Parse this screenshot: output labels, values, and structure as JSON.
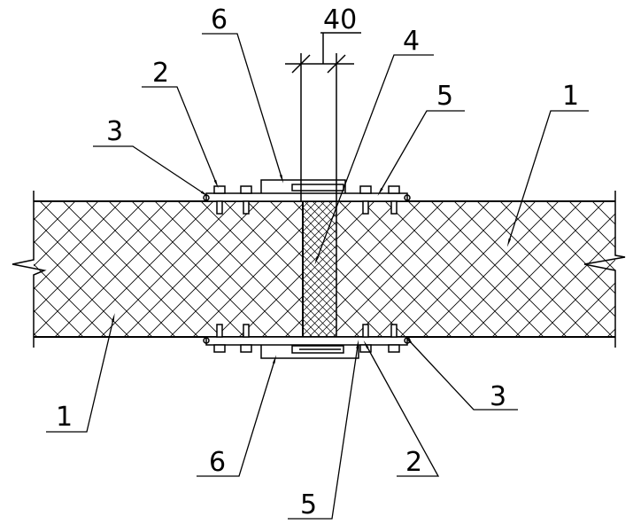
{
  "dimension": {
    "value": "40"
  },
  "labels": {
    "top_6": "6",
    "top_2": "2",
    "top_3": "3",
    "top_4": "4",
    "top_5": "5",
    "right_1": "1",
    "left_1": "1",
    "bottom_6": "6",
    "bottom_2": "2",
    "bottom_3": "3",
    "bottom_5": "5"
  }
}
